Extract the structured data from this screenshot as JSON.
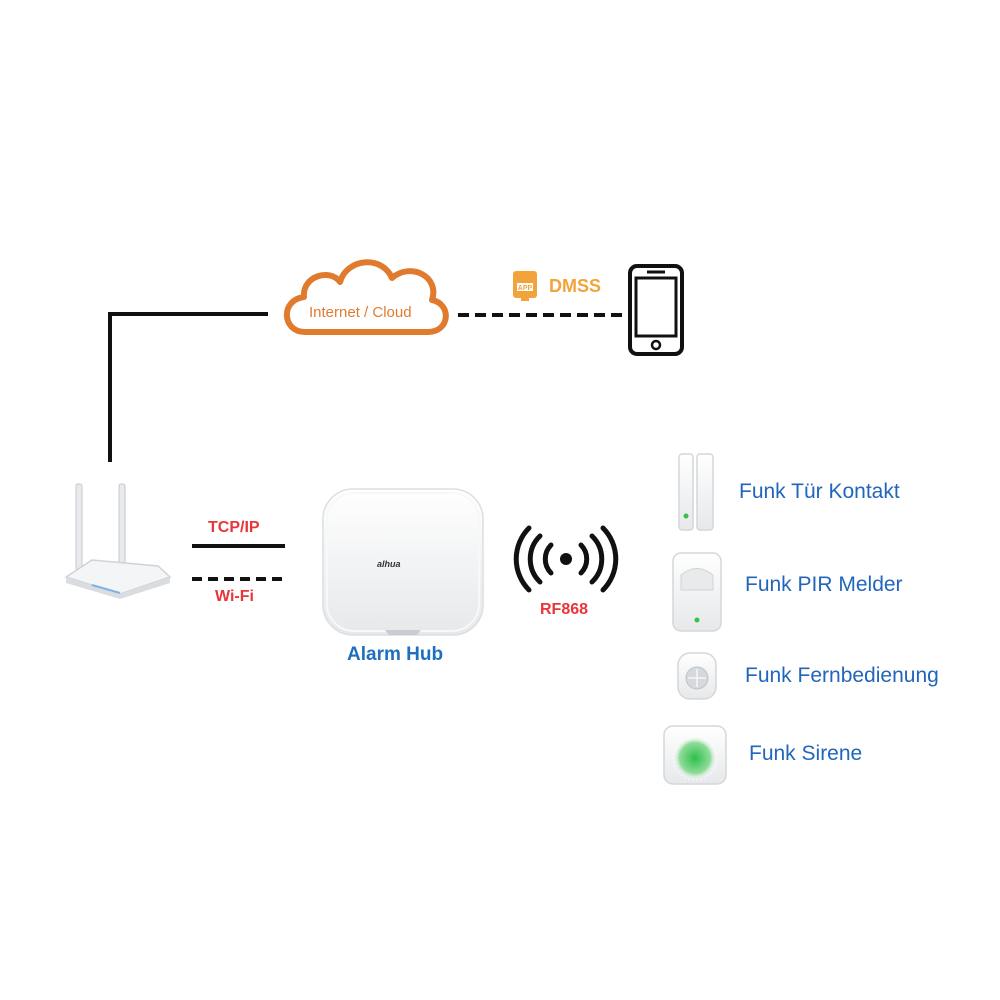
{
  "colors": {
    "cloud": "#e07b2e",
    "app_badge": "#f2a43a",
    "link_red": "#e8353a",
    "hub_blue": "#1f6fbf",
    "device_blue": "#2266bb",
    "line": "#111111",
    "led_green": "#38c24a"
  },
  "cloud": {
    "label": "Internet / Cloud",
    "icon": "cloud-icon"
  },
  "app": {
    "badge": "APP",
    "label": "DMSS",
    "icon": "app-icon"
  },
  "phone": {
    "icon": "smartphone-icon"
  },
  "router": {
    "icon": "router-icon"
  },
  "links": {
    "wired": "TCP/IP",
    "wireless": "Wi-Fi",
    "radio": "RF868"
  },
  "hub": {
    "label": "Alarm Hub",
    "brand": "alhua",
    "icon": "alarm-hub-icon"
  },
  "devices": [
    {
      "label": "Funk Tür Kontakt",
      "icon": "door-contact-icon"
    },
    {
      "label": "Funk PIR Melder",
      "icon": "pir-detector-icon"
    },
    {
      "label": "Funk Fernbedienung",
      "icon": "remote-control-icon"
    },
    {
      "label": "Funk Sirene",
      "icon": "siren-icon"
    }
  ]
}
